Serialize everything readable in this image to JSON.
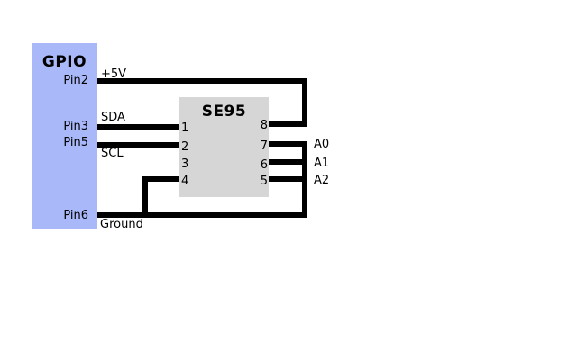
{
  "diagram": {
    "type": "circuit-schematic",
    "gpio": {
      "title": "GPIO",
      "pin_labels": [
        "Pin2",
        "Pin3",
        "Pin5",
        "Pin6"
      ]
    },
    "chip": {
      "title": "SE95",
      "left_pin_numbers": [
        "1",
        "2",
        "3",
        "4"
      ],
      "right_pin_numbers": [
        "8",
        "7",
        "6",
        "5"
      ]
    },
    "wire_labels": {
      "plus5v": "+5V",
      "sda": "SDA",
      "scl": "SCL",
      "ground": "Ground",
      "a0": "A0",
      "a1": "A1",
      "a2": "A2"
    },
    "colors": {
      "gpio_fill": "#a8b8f8",
      "chip_fill": "#d6d6d6",
      "wire": "#000000",
      "background": "#ffffff",
      "text": "#000000"
    }
  }
}
